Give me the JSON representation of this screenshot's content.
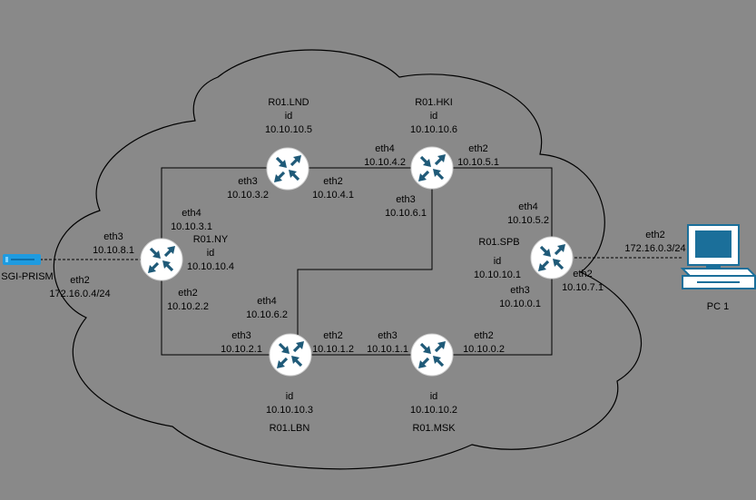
{
  "routers": {
    "lnd": {
      "name": "R01.LND",
      "id_label": "id",
      "id": "10.10.10.5"
    },
    "hki": {
      "name": "R01.HKI",
      "id_label": "id",
      "id": "10.10.10.6"
    },
    "ny": {
      "name": "R01.NY",
      "id_label": "id",
      "id": "10.10.10.4"
    },
    "spb": {
      "name": "R01.SPB",
      "id_label": "id",
      "id": "10.10.10.1"
    },
    "lbn": {
      "name": "R01.LBN",
      "id_label": "id",
      "id": "10.10.10.3"
    },
    "msk": {
      "name": "R01.MSK",
      "id_label": "id",
      "id": "10.10.10.2"
    }
  },
  "interfaces": {
    "lnd_eth3": {
      "name": "eth3",
      "ip": "10.10.3.2"
    },
    "lnd_eth2": {
      "name": "eth2",
      "ip": "10.10.4.1"
    },
    "hki_eth4": {
      "name": "eth4",
      "ip": "10.10.4.2"
    },
    "hki_eth2": {
      "name": "eth2",
      "ip": "10.10.5.1"
    },
    "hki_eth3": {
      "name": "eth3",
      "ip": "10.10.6.1"
    },
    "ny_eth4": {
      "name": "eth4",
      "ip": "10.10.3.1"
    },
    "ny_eth3": {
      "name": "eth3",
      "ip": "10.10.8.1"
    },
    "ny_eth2": {
      "name": "eth2",
      "ip": "10.10.2.2"
    },
    "spb_eth4": {
      "name": "eth4",
      "ip": "10.10.5.2"
    },
    "spb_eth2": {
      "name": "eth2",
      "ip": "10.10.7.1"
    },
    "spb_eth3": {
      "name": "eth3",
      "ip": "10.10.0.1"
    },
    "lbn_eth4": {
      "name": "eth4",
      "ip": "10.10.6.2"
    },
    "lbn_eth3": {
      "name": "eth3",
      "ip": "10.10.2.1"
    },
    "lbn_eth2": {
      "name": "eth2",
      "ip": "10.10.1.2"
    },
    "msk_eth3": {
      "name": "eth3",
      "ip": "10.10.1.1"
    },
    "msk_eth2": {
      "name": "eth2",
      "ip": "10.10.0.2"
    },
    "prism_eth2": {
      "name": "eth2",
      "ip": "172.16.0.4/24"
    },
    "pc_eth2": {
      "name": "eth2",
      "ip": "172.16.0.3/24"
    }
  },
  "hosts": {
    "prism": {
      "name": "SGI-PRISM"
    },
    "pc": {
      "name": "PC 1"
    }
  },
  "colors": {
    "background": "#898989",
    "cloud_fill": "#898989",
    "cloud_stroke": "#000000",
    "router_fill": "#ffffff",
    "router_arrow": "#1f5a78",
    "link": "#000000",
    "prism_device": "#1e9be0",
    "pc_blue": "#1b6f9a"
  }
}
